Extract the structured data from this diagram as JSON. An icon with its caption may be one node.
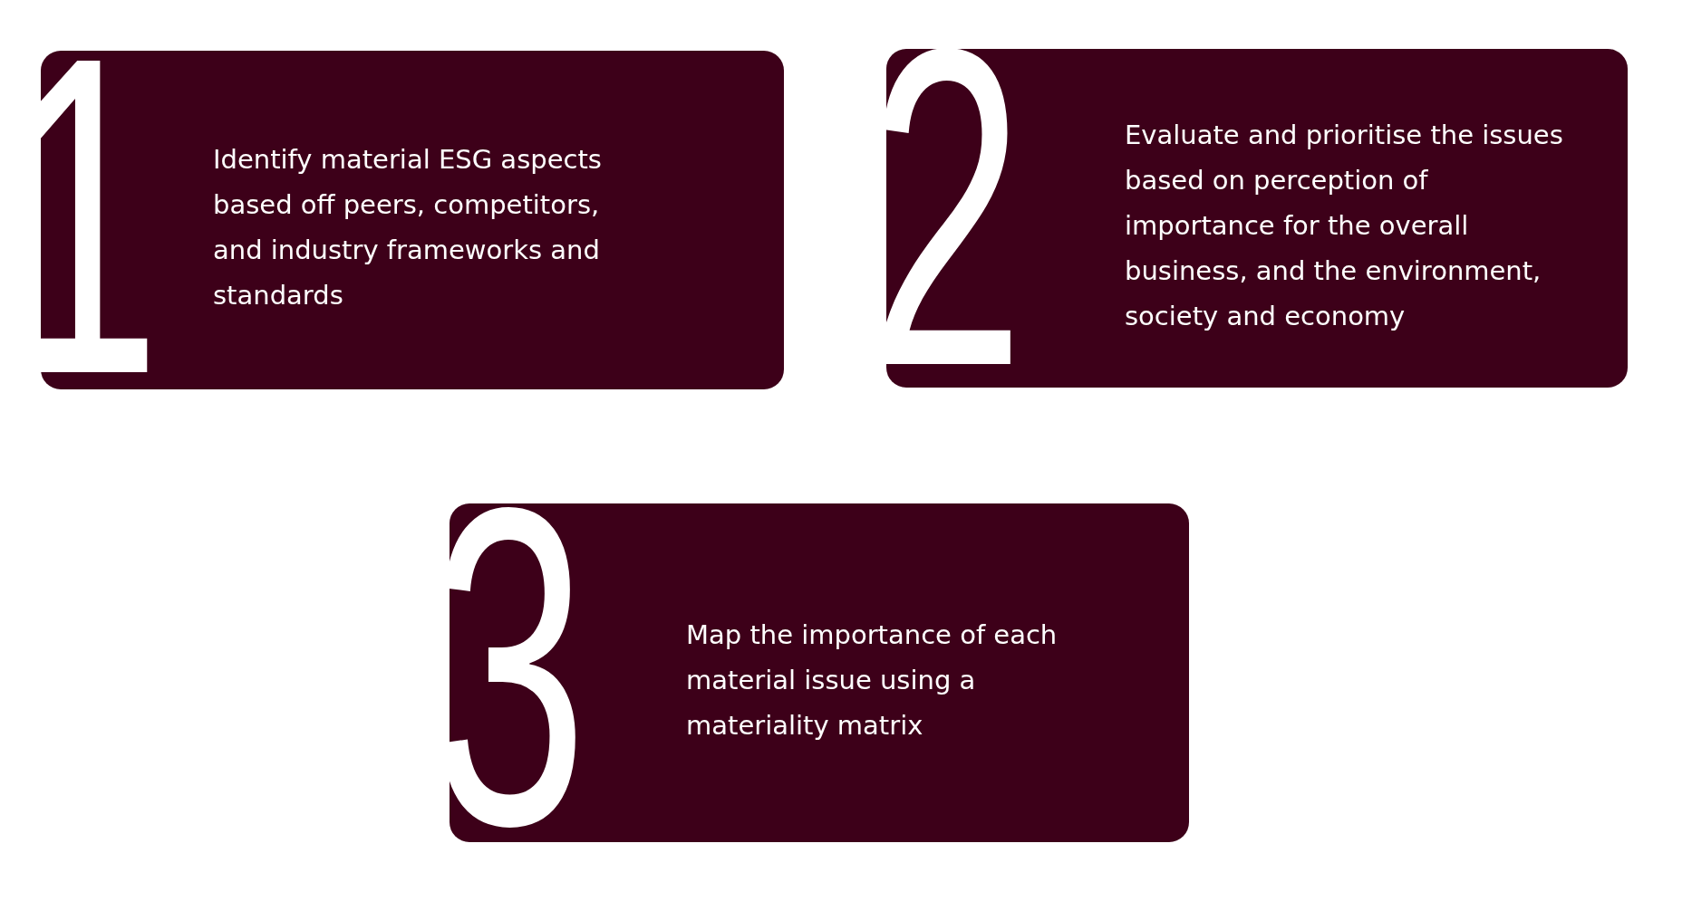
{
  "diagram": {
    "nodes": [
      {
        "text": [
          "1",
          "Identify material ESG aspects based off peers, competitors, and industry frameworks and standards"
        ]
      },
      {
        "text": [
          "2",
          "Evaluate and prioritise the issues based on perception of importance for the overall business, and the environment, society and economy"
        ]
      },
      {
        "text": [
          "3",
          "Map the importance of each material issue using a materiality matrix"
        ]
      }
    ]
  }
}
